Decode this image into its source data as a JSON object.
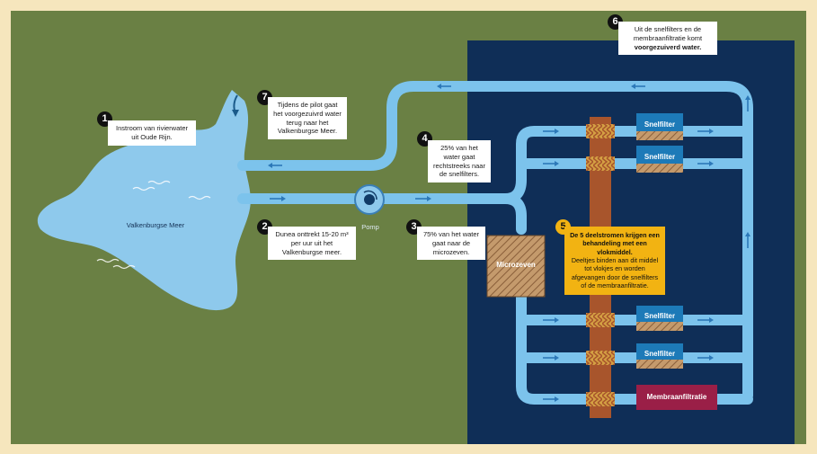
{
  "colors": {
    "border": "#f6e6bd",
    "grass": "#6a8044",
    "facility": "#0f2e57",
    "water": "#8ec9ec",
    "pipe": "#7cc3ec",
    "dosing": "#a8552c",
    "accent": "#f2b312",
    "membrane": "#9a1f47"
  },
  "lake": {
    "name": "Valkenburgse Meer"
  },
  "pump": {
    "label": "Pomp"
  },
  "microzeven": {
    "label": "Microzeven"
  },
  "snelfilters": [
    {
      "label": "Snelfilter"
    },
    {
      "label": "Snelfilter"
    },
    {
      "label": "Snelfilter"
    },
    {
      "label": "Snelfilter"
    }
  ],
  "membrane": {
    "label": "Membraanfiltratie"
  },
  "steps": {
    "s1": {
      "num": "1",
      "text": "Instroom van rivierwater uit Oude Rijn."
    },
    "s2": {
      "num": "2",
      "text": "Dunea onttrekt 15-20 m³ per uur uit het Valkenburgse meer."
    },
    "s3": {
      "num": "3",
      "text": "75% van het water gaat naar de microzeven."
    },
    "s4": {
      "num": "4",
      "text": "25% van het water gaat rechtstreeks naar de snelfilters."
    },
    "s5": {
      "num": "5",
      "title": "De 5 deelstromen krijgen een behandeling met een vlokmiddel.",
      "text": "Deeltjes binden aan dit middel tot vlokjes en worden afgevangen door de snelfilters of de membraanfiltratie."
    },
    "s6": {
      "num": "6",
      "text_a": "Uit de snelfilters en de membraanfiltratie komt",
      "text_b": "voorgezuiverd water."
    },
    "s7": {
      "num": "7",
      "text": "Tijdens de pilot gaat het voorgezuivrd water terug naar het Valkenburgse Meer."
    }
  }
}
